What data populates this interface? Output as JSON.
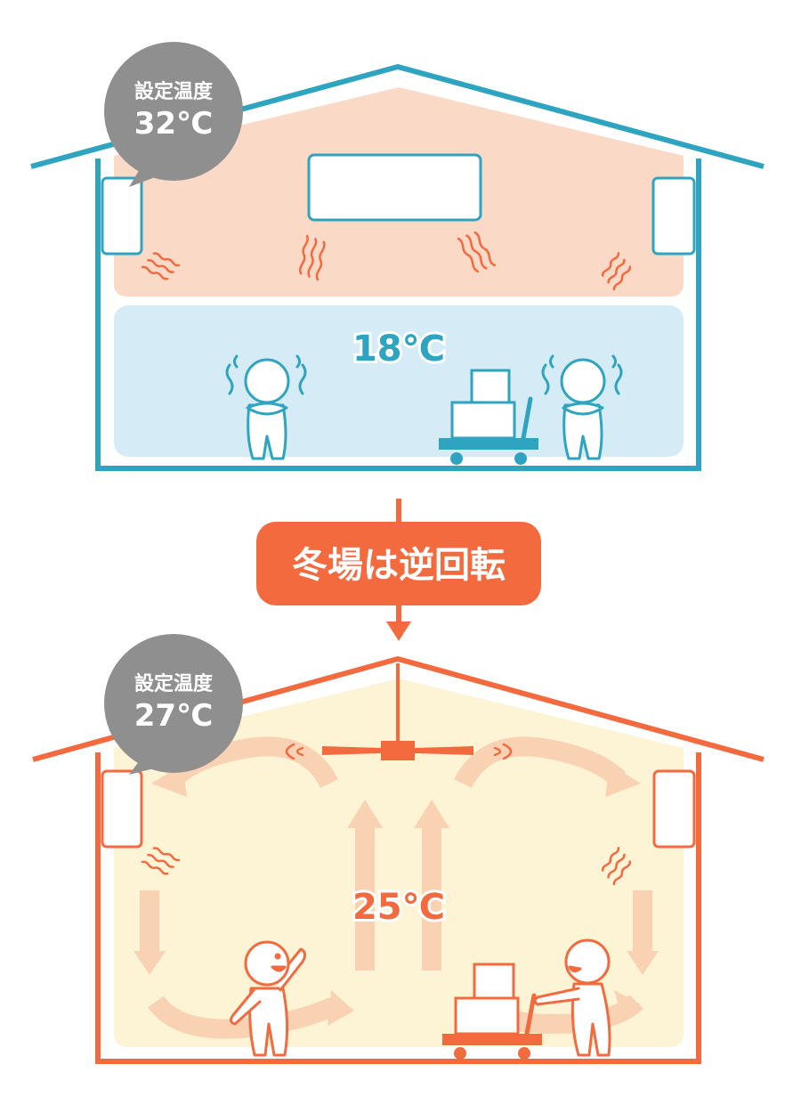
{
  "top_scene": {
    "bubble_line1": "設定温度",
    "bubble_line2": "32℃",
    "room_temp": "18℃"
  },
  "banner": {
    "label": "冬場は逆回転"
  },
  "bottom_scene": {
    "bubble_line1": "設定温度",
    "bubble_line2": "27℃",
    "room_temp": "25℃"
  },
  "colors": {
    "teal": "#2fa4c0",
    "warm_peach": "#fbd9c7",
    "cool_blue": "#d5ecf6",
    "orange": "#f36a3f",
    "cream": "#fdf4d6",
    "arrow_peach": "#f9d2b3",
    "bubble_gray": "#8f8f8f"
  }
}
